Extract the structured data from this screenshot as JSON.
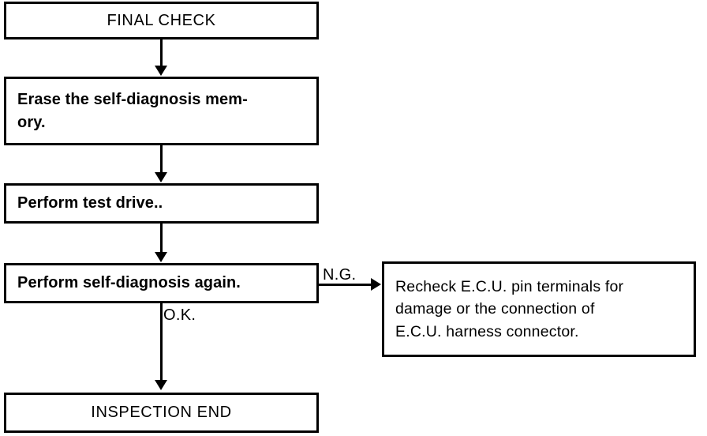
{
  "diagram": {
    "title": "FINAL CHECK",
    "type": "flowchart",
    "nodes": {
      "final_check": {
        "label": "FINAL CHECK"
      },
      "erase_memory": {
        "label": "Erase the self-diagnosis mem-\nory."
      },
      "test_drive": {
        "label": "Perform test drive.."
      },
      "self_diagnosis": {
        "label": "Perform self-diagnosis again."
      },
      "inspection_end": {
        "label": "INSPECTION END"
      },
      "recheck_ecu": {
        "label": "Recheck E.C.U. pin terminals for\ndamage or the connection of\nE.C.U. harness connector."
      }
    },
    "edge_labels": {
      "ng": "N.G.",
      "ok": "O.K."
    },
    "colors": {
      "stroke": "#000000",
      "background": "#ffffff",
      "text": "#000000"
    }
  }
}
